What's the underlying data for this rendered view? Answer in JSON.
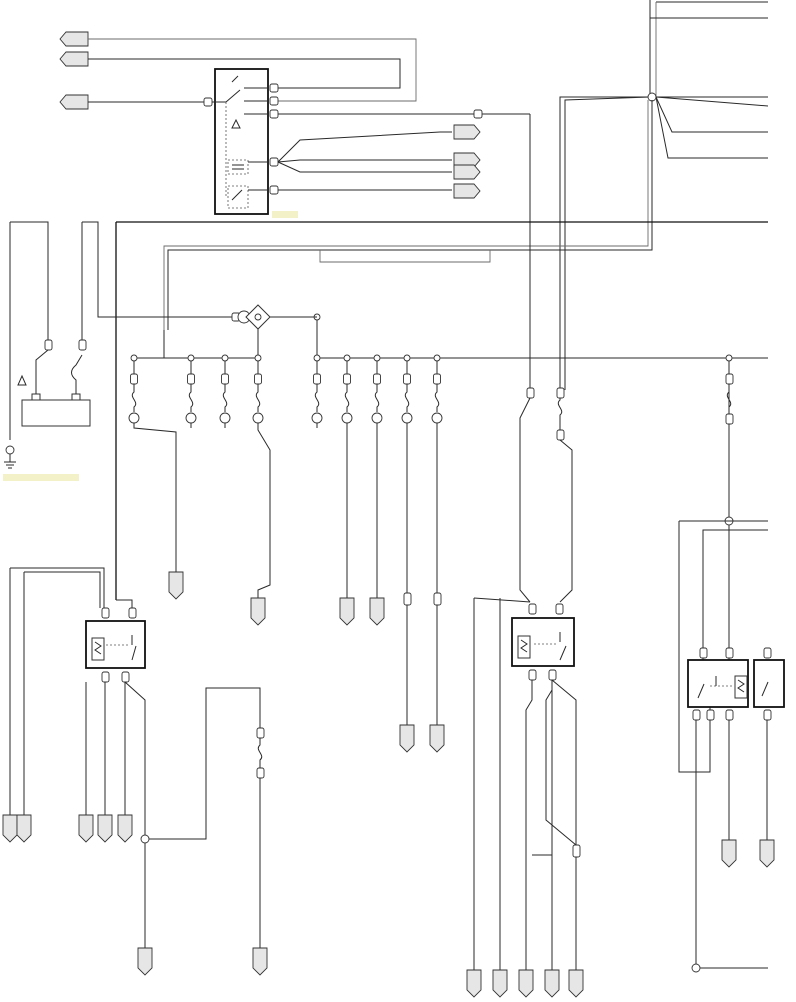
{
  "diagram": {
    "kind": "wiring-schematic",
    "colors": {
      "wire": "#2a2a2a",
      "wire_light": "#6b6b6b",
      "component_border": "#111111",
      "terminal_fill": "#e6e6e6",
      "highlight": "#f2f1c8"
    },
    "components": {
      "ignition_switch_module": "switch-block",
      "battery": "battery",
      "distribution_hub": "junction-hub",
      "relays": [
        "relay-left",
        "relay-center",
        "relay-right-a",
        "relay-right-b"
      ],
      "fuse_count": 14,
      "ground": "ground-icon"
    },
    "connector_count": {
      "left_inputs": 3,
      "right_outputs": 4,
      "bottom_outputs": 20
    },
    "labels": []
  }
}
